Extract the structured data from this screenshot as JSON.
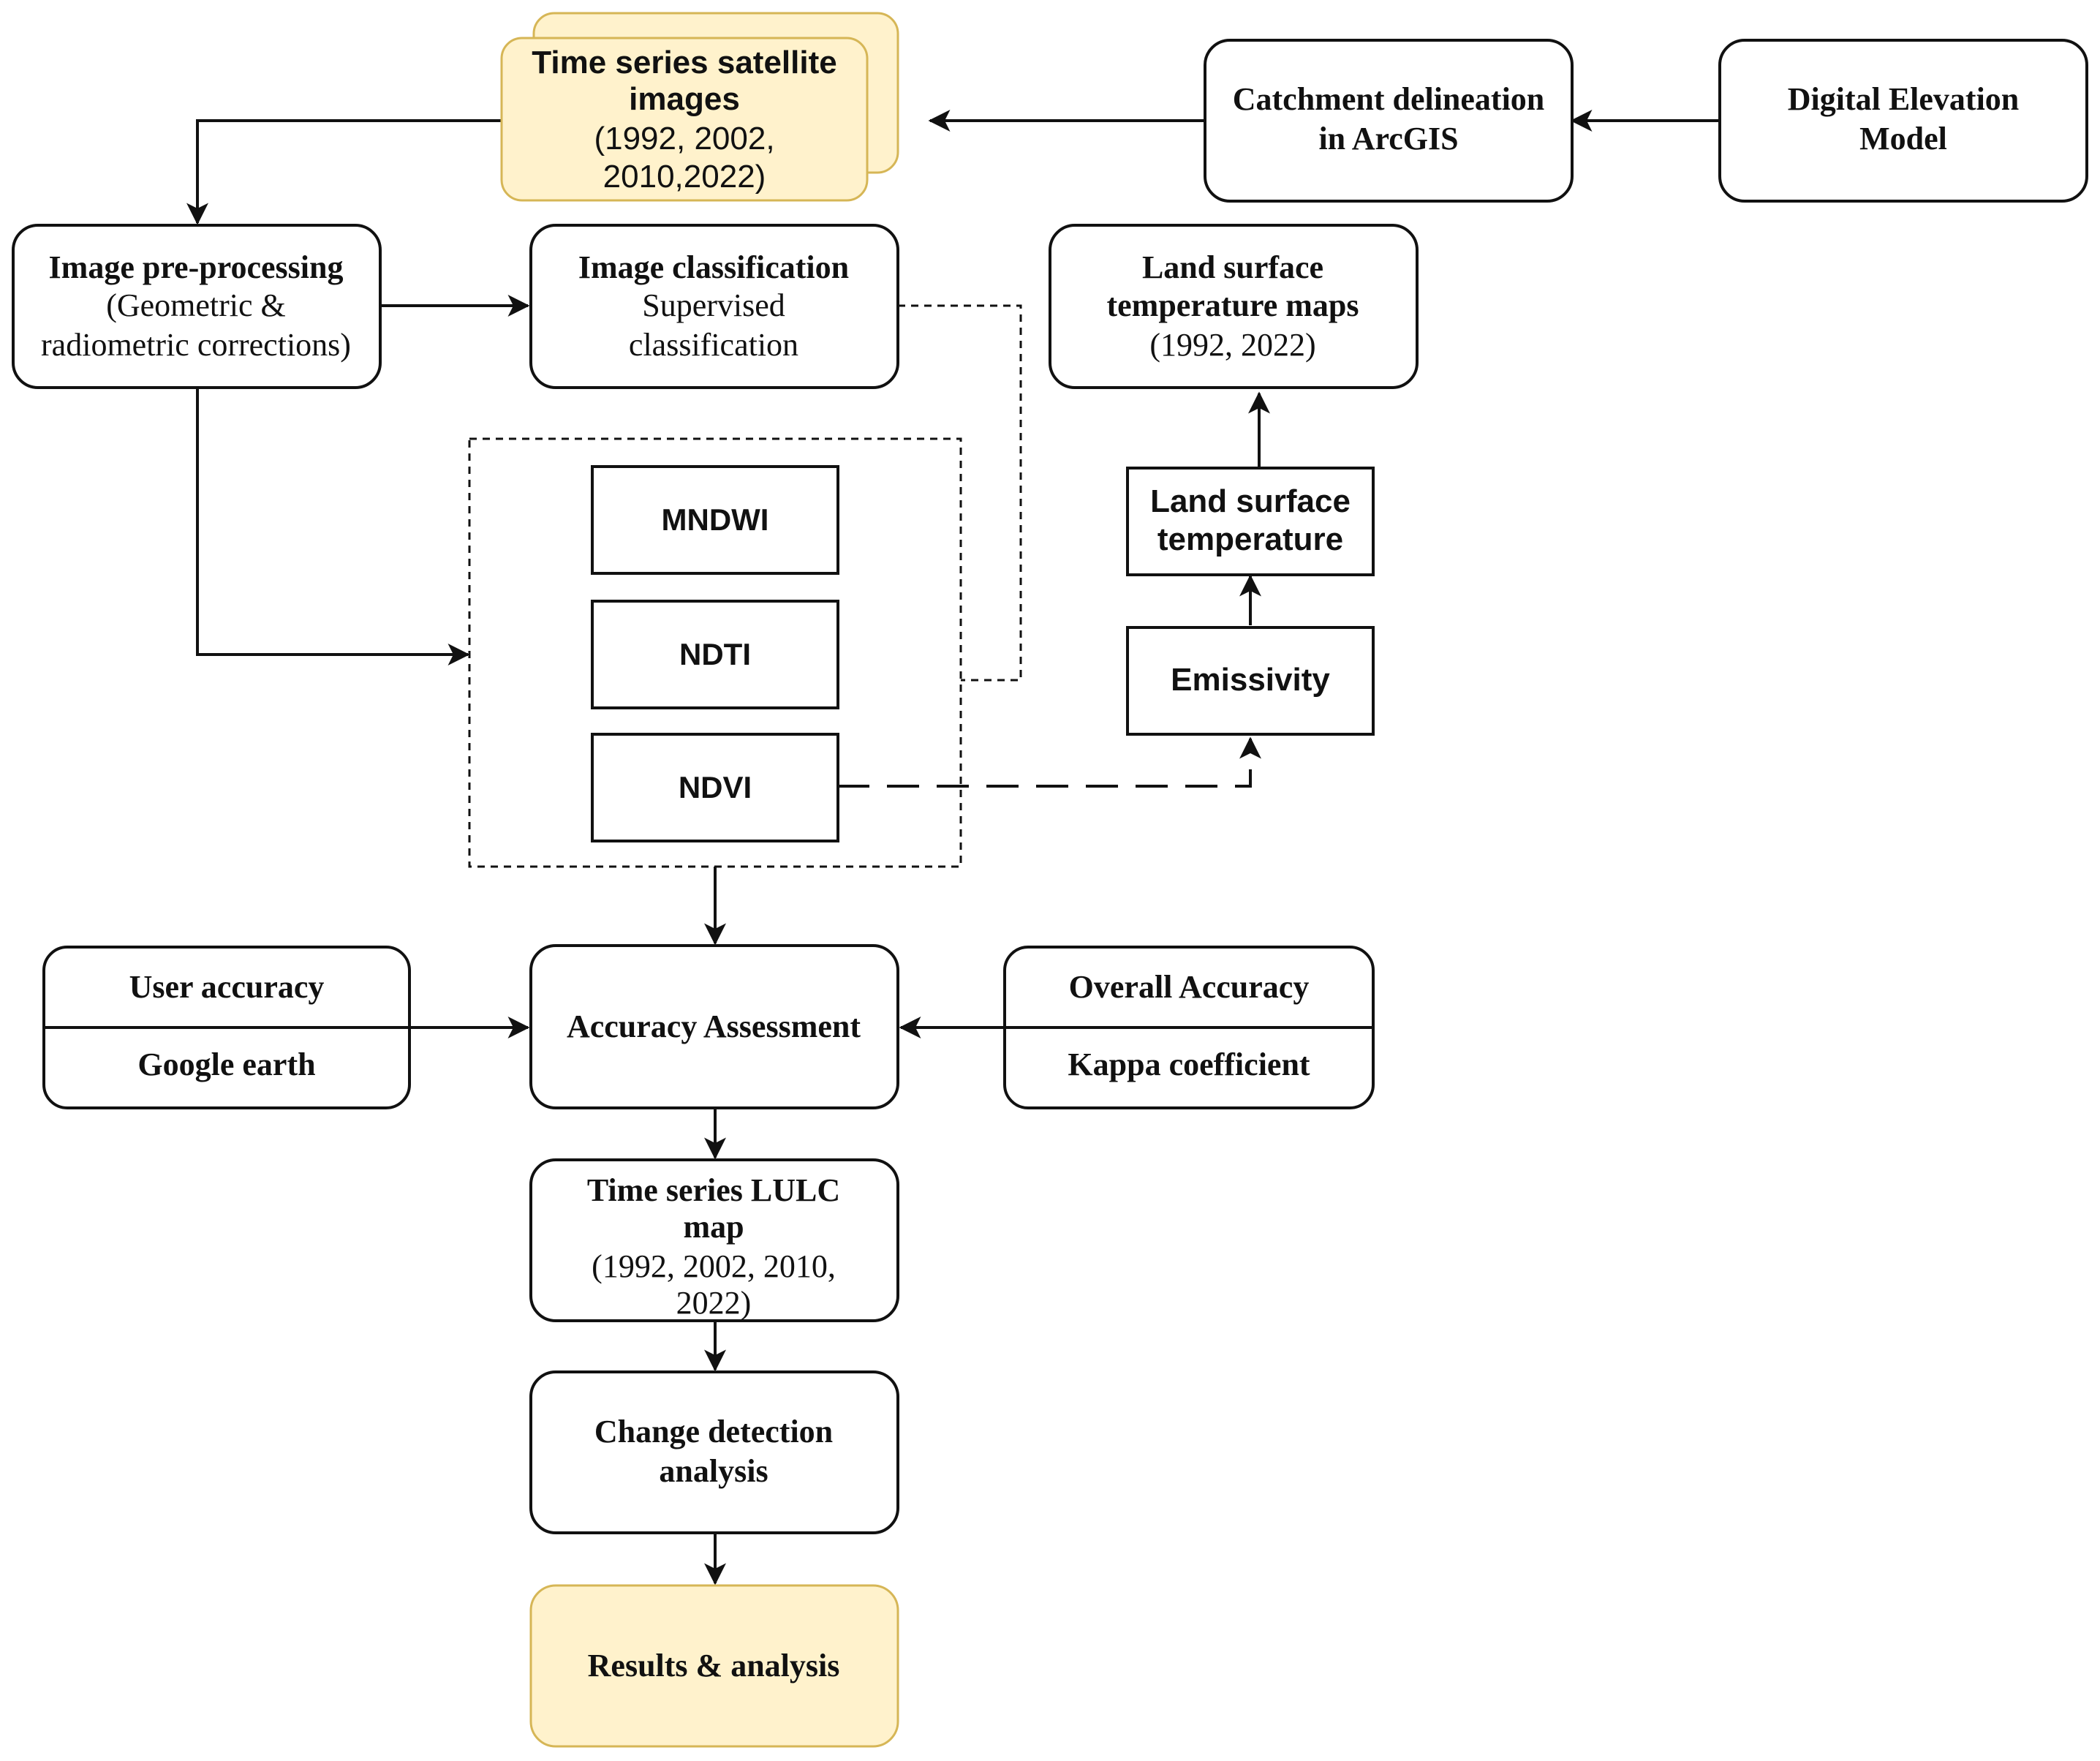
{
  "colors": {
    "stroke": "#111111",
    "highlight_fill": "#fff2cc",
    "highlight_stroke": "#d6b656",
    "background": "#ffffff"
  },
  "nodes": {
    "satellite": {
      "line1": "Time series satellite",
      "line2": "images",
      "line3": "(1992, 2002,",
      "line4": "2010,2022)"
    },
    "catchment": {
      "line1": "Catchment delineation",
      "line2": "in ArcGIS"
    },
    "dem": {
      "line1": "Digital Elevation",
      "line2": "Model"
    },
    "preprocessing": {
      "line1": "Image pre-processing",
      "line2": "(Geometric &",
      "line3": "radiometric corrections)"
    },
    "classification": {
      "line1": "Image classification",
      "line2": "Supervised",
      "line3": "classification"
    },
    "lst_maps": {
      "line1": "Land surface",
      "line2": "temperature maps",
      "line3": "(1992, 2022)"
    },
    "mndwi": {
      "label": "MNDWI"
    },
    "ndti": {
      "label": "NDTI"
    },
    "ndvi": {
      "label": "NDVI"
    },
    "lst": {
      "line1": "Land surface",
      "line2": "temperature"
    },
    "emissivity": {
      "label": "Emissivity"
    },
    "user_accuracy": {
      "top": "User accuracy",
      "bottom": "Google earth"
    },
    "accuracy_assessment": {
      "label": "Accuracy Assessment"
    },
    "overall_accuracy": {
      "top": "Overall Accuracy",
      "bottom": "Kappa coefficient"
    },
    "lulc": {
      "line1": "Time series LULC",
      "line2": "map",
      "line3": "(1992, 2002, 2010,",
      "line4": "2022)"
    },
    "change_detection": {
      "line1": "Change detection",
      "line2": "analysis"
    },
    "results": {
      "label": "Results & analysis"
    }
  }
}
